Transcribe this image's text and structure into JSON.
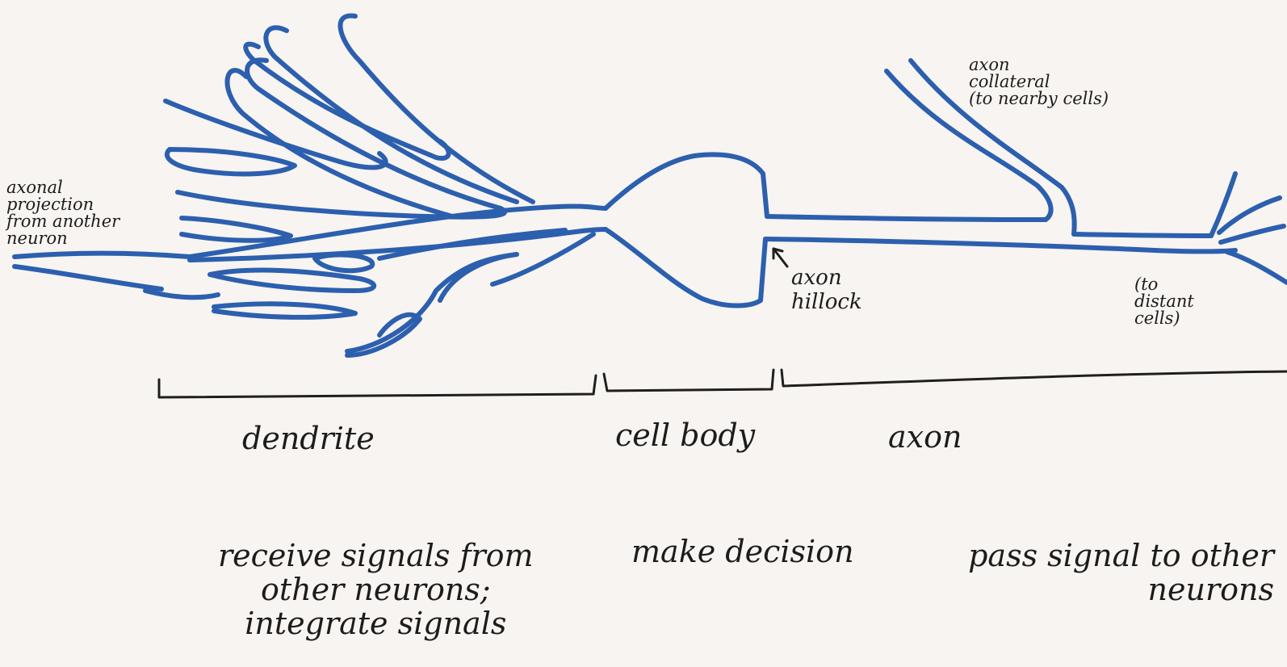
{
  "labels": {
    "axonal_projection": "axonal\nprojection\nfrom another\nneuron",
    "axon_collateral": "axon\ncollateral\n(to nearby cells)",
    "axon_hillock": "axon\nhillock",
    "distant_cells": "(to\ndistant\ncells)"
  },
  "sections": {
    "dendrite": "dendrite",
    "cell_body": "cell body",
    "axon": "axon"
  },
  "functions": {
    "dendrite": "receive signals from\nother neurons;\nintegrate signals",
    "cell_body": "make decision",
    "axon": "pass signal to other\nneurons"
  },
  "colors": {
    "ink_blue": "#2c5fae",
    "ink_black": "#1f1f1f",
    "paper": "#f7f4f1"
  }
}
